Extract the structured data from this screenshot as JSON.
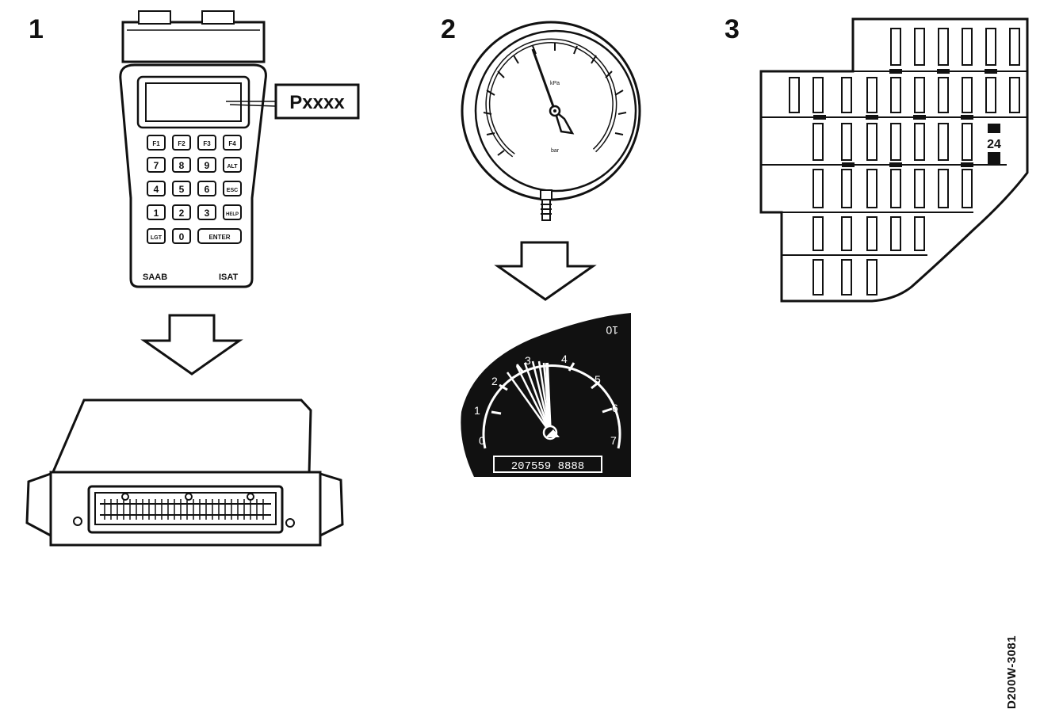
{
  "steps": [
    {
      "number": "1"
    },
    {
      "number": "2"
    },
    {
      "number": "3"
    }
  ],
  "tester": {
    "brand": "SAAB",
    "model": "ISAT",
    "display_callout": "Pxxxx",
    "keys": [
      [
        "F1",
        "F2",
        "F3",
        "F4"
      ],
      [
        "7",
        "8",
        "9",
        "ALT"
      ],
      [
        "4",
        "5",
        "6",
        "ESC"
      ],
      [
        "1",
        "2",
        "3",
        "HELP"
      ],
      [
        "LGT",
        "0",
        "ENTER"
      ]
    ]
  },
  "vacuum_gauge": {
    "unit_top": "kPa",
    "unit_bottom": "bar"
  },
  "tachometer": {
    "scale": [
      "0",
      "1",
      "2",
      "3",
      "4",
      "5",
      "6",
      "7"
    ],
    "odometer": "207559 8888",
    "corner_label": "10"
  },
  "fusebox": {
    "highlighted_fuse": "24"
  },
  "figure_code": "D200W-3081"
}
